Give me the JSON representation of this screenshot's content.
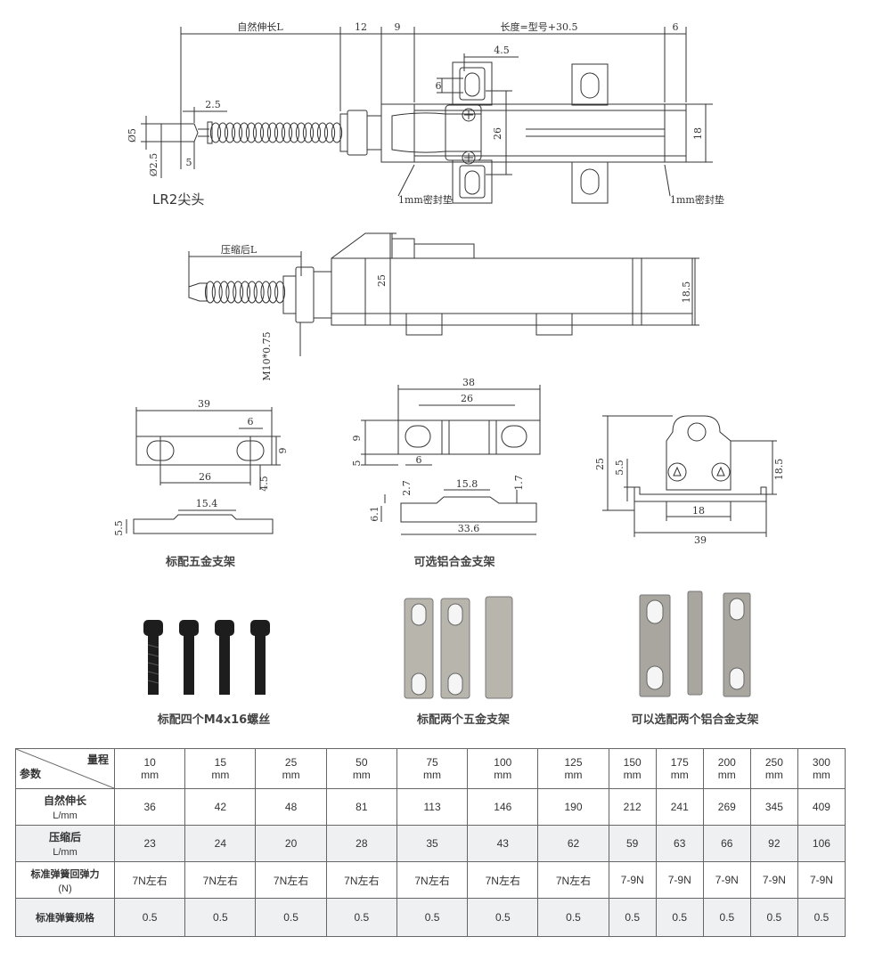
{
  "drawing_top": {
    "label_natural_length": "自然伸长L",
    "dim_12": "12",
    "dim_9": "9",
    "label_length": "长度=型号+30.5",
    "dim_6": "6",
    "dim_4_5": "4.5",
    "dim_6_small": "6",
    "dim_2_5": "2.5",
    "dim_phi5": "Ø5",
    "dim_phi2_5": "Ø2.5",
    "dim_5": "5",
    "dim_26": "26",
    "dim_18": "18",
    "seal_left": "1mm密封垫",
    "seal_right": "1mm密封垫",
    "tip_label": "LR2尖头"
  },
  "drawing_side": {
    "label_compressed": "压缩后L",
    "dim_25": "25",
    "dim_18_5": "18.5",
    "thread": "M10*0.75"
  },
  "bracket_std": {
    "dim_39": "39",
    "dim_6": "6",
    "dim_9": "9",
    "dim_26": "26",
    "dim_4_5": "4.5",
    "dim_15_4": "15.4",
    "dim_5_5": "5.5",
    "caption": "标配五金支架"
  },
  "bracket_alu": {
    "dim_38": "38",
    "dim_26": "26",
    "dim_9": "9",
    "dim_5": "5",
    "dim_6": "6",
    "dim_2_7": "2.7",
    "dim_15_8": "15.8",
    "dim_1_7": "1.7",
    "dim_6_1": "6.1",
    "dim_33_6": "33.6",
    "caption": "可选铝合金支架"
  },
  "end_view": {
    "dim_25": "25",
    "dim_5_5": "5.5",
    "dim_18_5": "18.5",
    "dim_18": "18",
    "dim_39": "39"
  },
  "photos": {
    "screws_caption": "标配四个M4x16螺丝",
    "brackets_caption": "标配两个五金支架",
    "alu_caption": "可以选配两个铝合金支架"
  },
  "table": {
    "corner_top": "量程",
    "corner_bottom": "参数",
    "columns": [
      [
        "10",
        "mm"
      ],
      [
        "15",
        "mm"
      ],
      [
        "25",
        "mm"
      ],
      [
        "50",
        "mm"
      ],
      [
        "75",
        "mm"
      ],
      [
        "100",
        "mm"
      ],
      [
        "125",
        "mm"
      ],
      [
        "150",
        "mm"
      ],
      [
        "175",
        "mm"
      ],
      [
        "200",
        "mm"
      ],
      [
        "250",
        "mm"
      ],
      [
        "300",
        "mm"
      ]
    ],
    "rows": [
      {
        "label": "自然伸长",
        "unit": "L/mm",
        "values": [
          "36",
          "42",
          "48",
          "81",
          "113",
          "146",
          "190",
          "212",
          "241",
          "269",
          "345",
          "409"
        ]
      },
      {
        "label": "压缩后",
        "unit": "L/mm",
        "values": [
          "23",
          "24",
          "20",
          "28",
          "35",
          "43",
          "62",
          "59",
          "63",
          "66",
          "92",
          "106"
        ]
      },
      {
        "label": "标准弹簧回弹力",
        "unit": "(N)",
        "values": [
          "7N左右",
          "7N左右",
          "7N左右",
          "7N左右",
          "7N左右",
          "7N左右",
          "7N左右",
          "7-9N",
          "7-9N",
          "7-9N",
          "7-9N",
          "7-9N"
        ]
      },
      {
        "label": "标准弹簧规格",
        "unit": "",
        "values": [
          "0.5",
          "0.5",
          "0.5",
          "0.5",
          "0.5",
          "0.5",
          "0.5",
          "0.5",
          "0.5",
          "0.5",
          "0.5",
          "0.5"
        ]
      }
    ]
  }
}
